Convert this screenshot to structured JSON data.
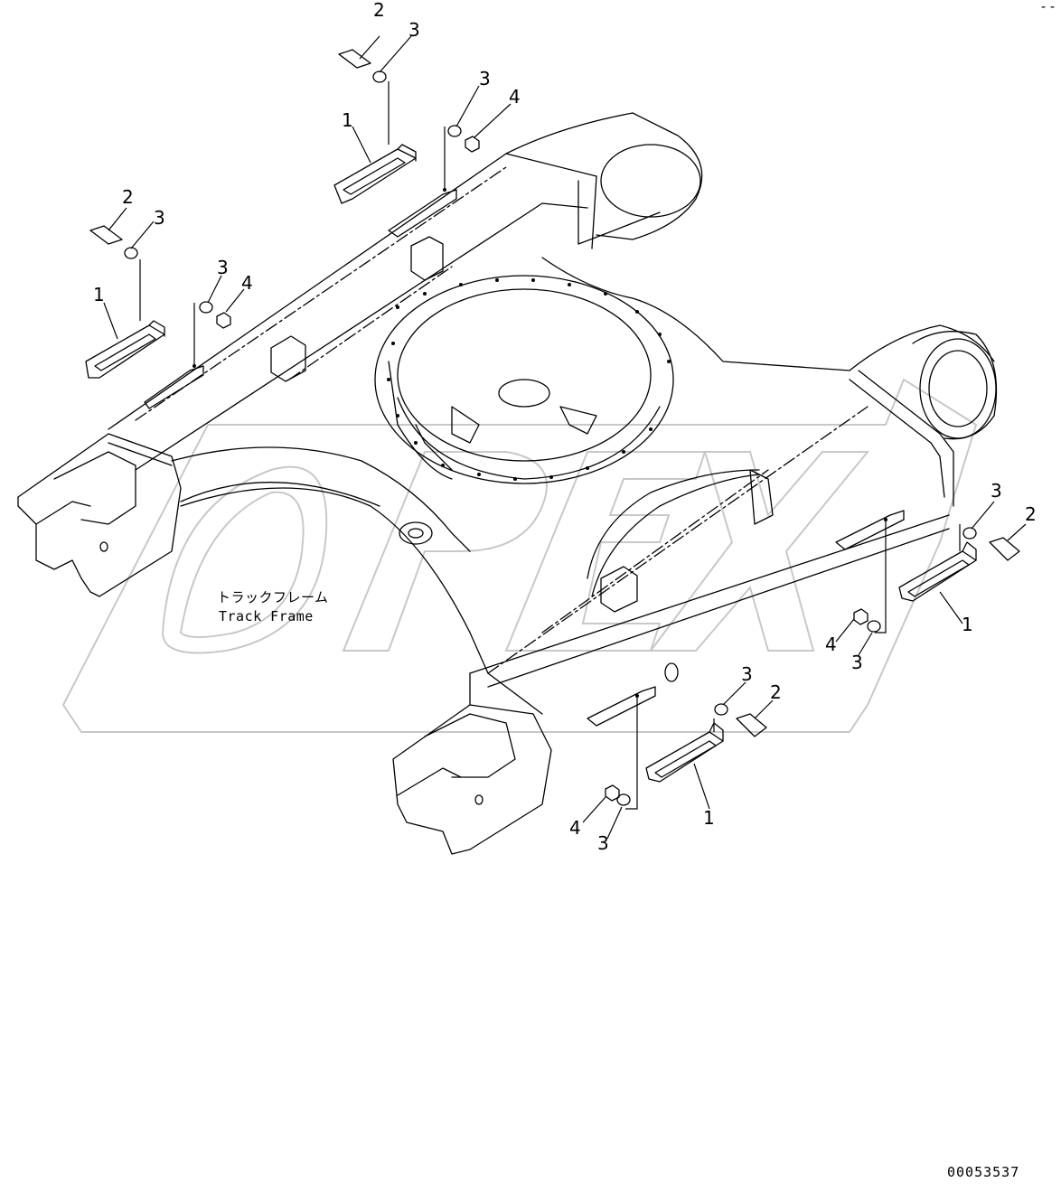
{
  "diagram": {
    "watermark": "OPEX",
    "label_jp": "トラックフレーム",
    "label_en": "Track Frame",
    "drawing_number": "00053537",
    "corner_mark": "--"
  },
  "callouts": [
    {
      "id": "c1",
      "text": "2"
    },
    {
      "id": "c2",
      "text": "3"
    },
    {
      "id": "c3",
      "text": "3"
    },
    {
      "id": "c4",
      "text": "4"
    },
    {
      "id": "c5",
      "text": "1"
    },
    {
      "id": "c6",
      "text": "2"
    },
    {
      "id": "c7",
      "text": "3"
    },
    {
      "id": "c8",
      "text": "3"
    },
    {
      "id": "c9",
      "text": "4"
    },
    {
      "id": "c10",
      "text": "1"
    },
    {
      "id": "c11",
      "text": "3"
    },
    {
      "id": "c12",
      "text": "2"
    },
    {
      "id": "c13",
      "text": "1"
    },
    {
      "id": "c14",
      "text": "4"
    },
    {
      "id": "c15",
      "text": "3"
    },
    {
      "id": "c16",
      "text": "3"
    },
    {
      "id": "c17",
      "text": "2"
    },
    {
      "id": "c18",
      "text": "1"
    },
    {
      "id": "c19",
      "text": "4"
    },
    {
      "id": "c20",
      "text": "3"
    }
  ]
}
